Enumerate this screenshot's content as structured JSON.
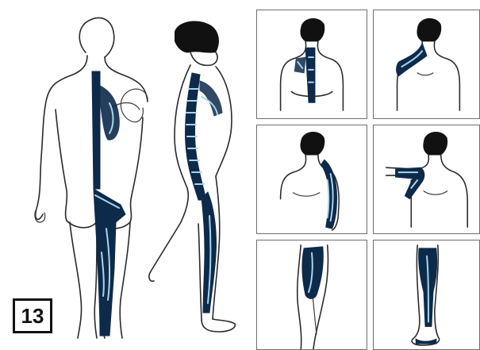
{
  "figure": {
    "number": "13"
  },
  "colors": {
    "nerve": "#0e2a4a",
    "highlight": "#a8d6ea",
    "outline": "#2a2a2a",
    "panel_border": "#6f6f6f"
  },
  "panels": [
    {
      "id": "neck-upper-back"
    },
    {
      "id": "shoulder"
    },
    {
      "id": "arm"
    },
    {
      "id": "shoulder-chest"
    },
    {
      "id": "thigh"
    },
    {
      "id": "lower-leg"
    }
  ]
}
